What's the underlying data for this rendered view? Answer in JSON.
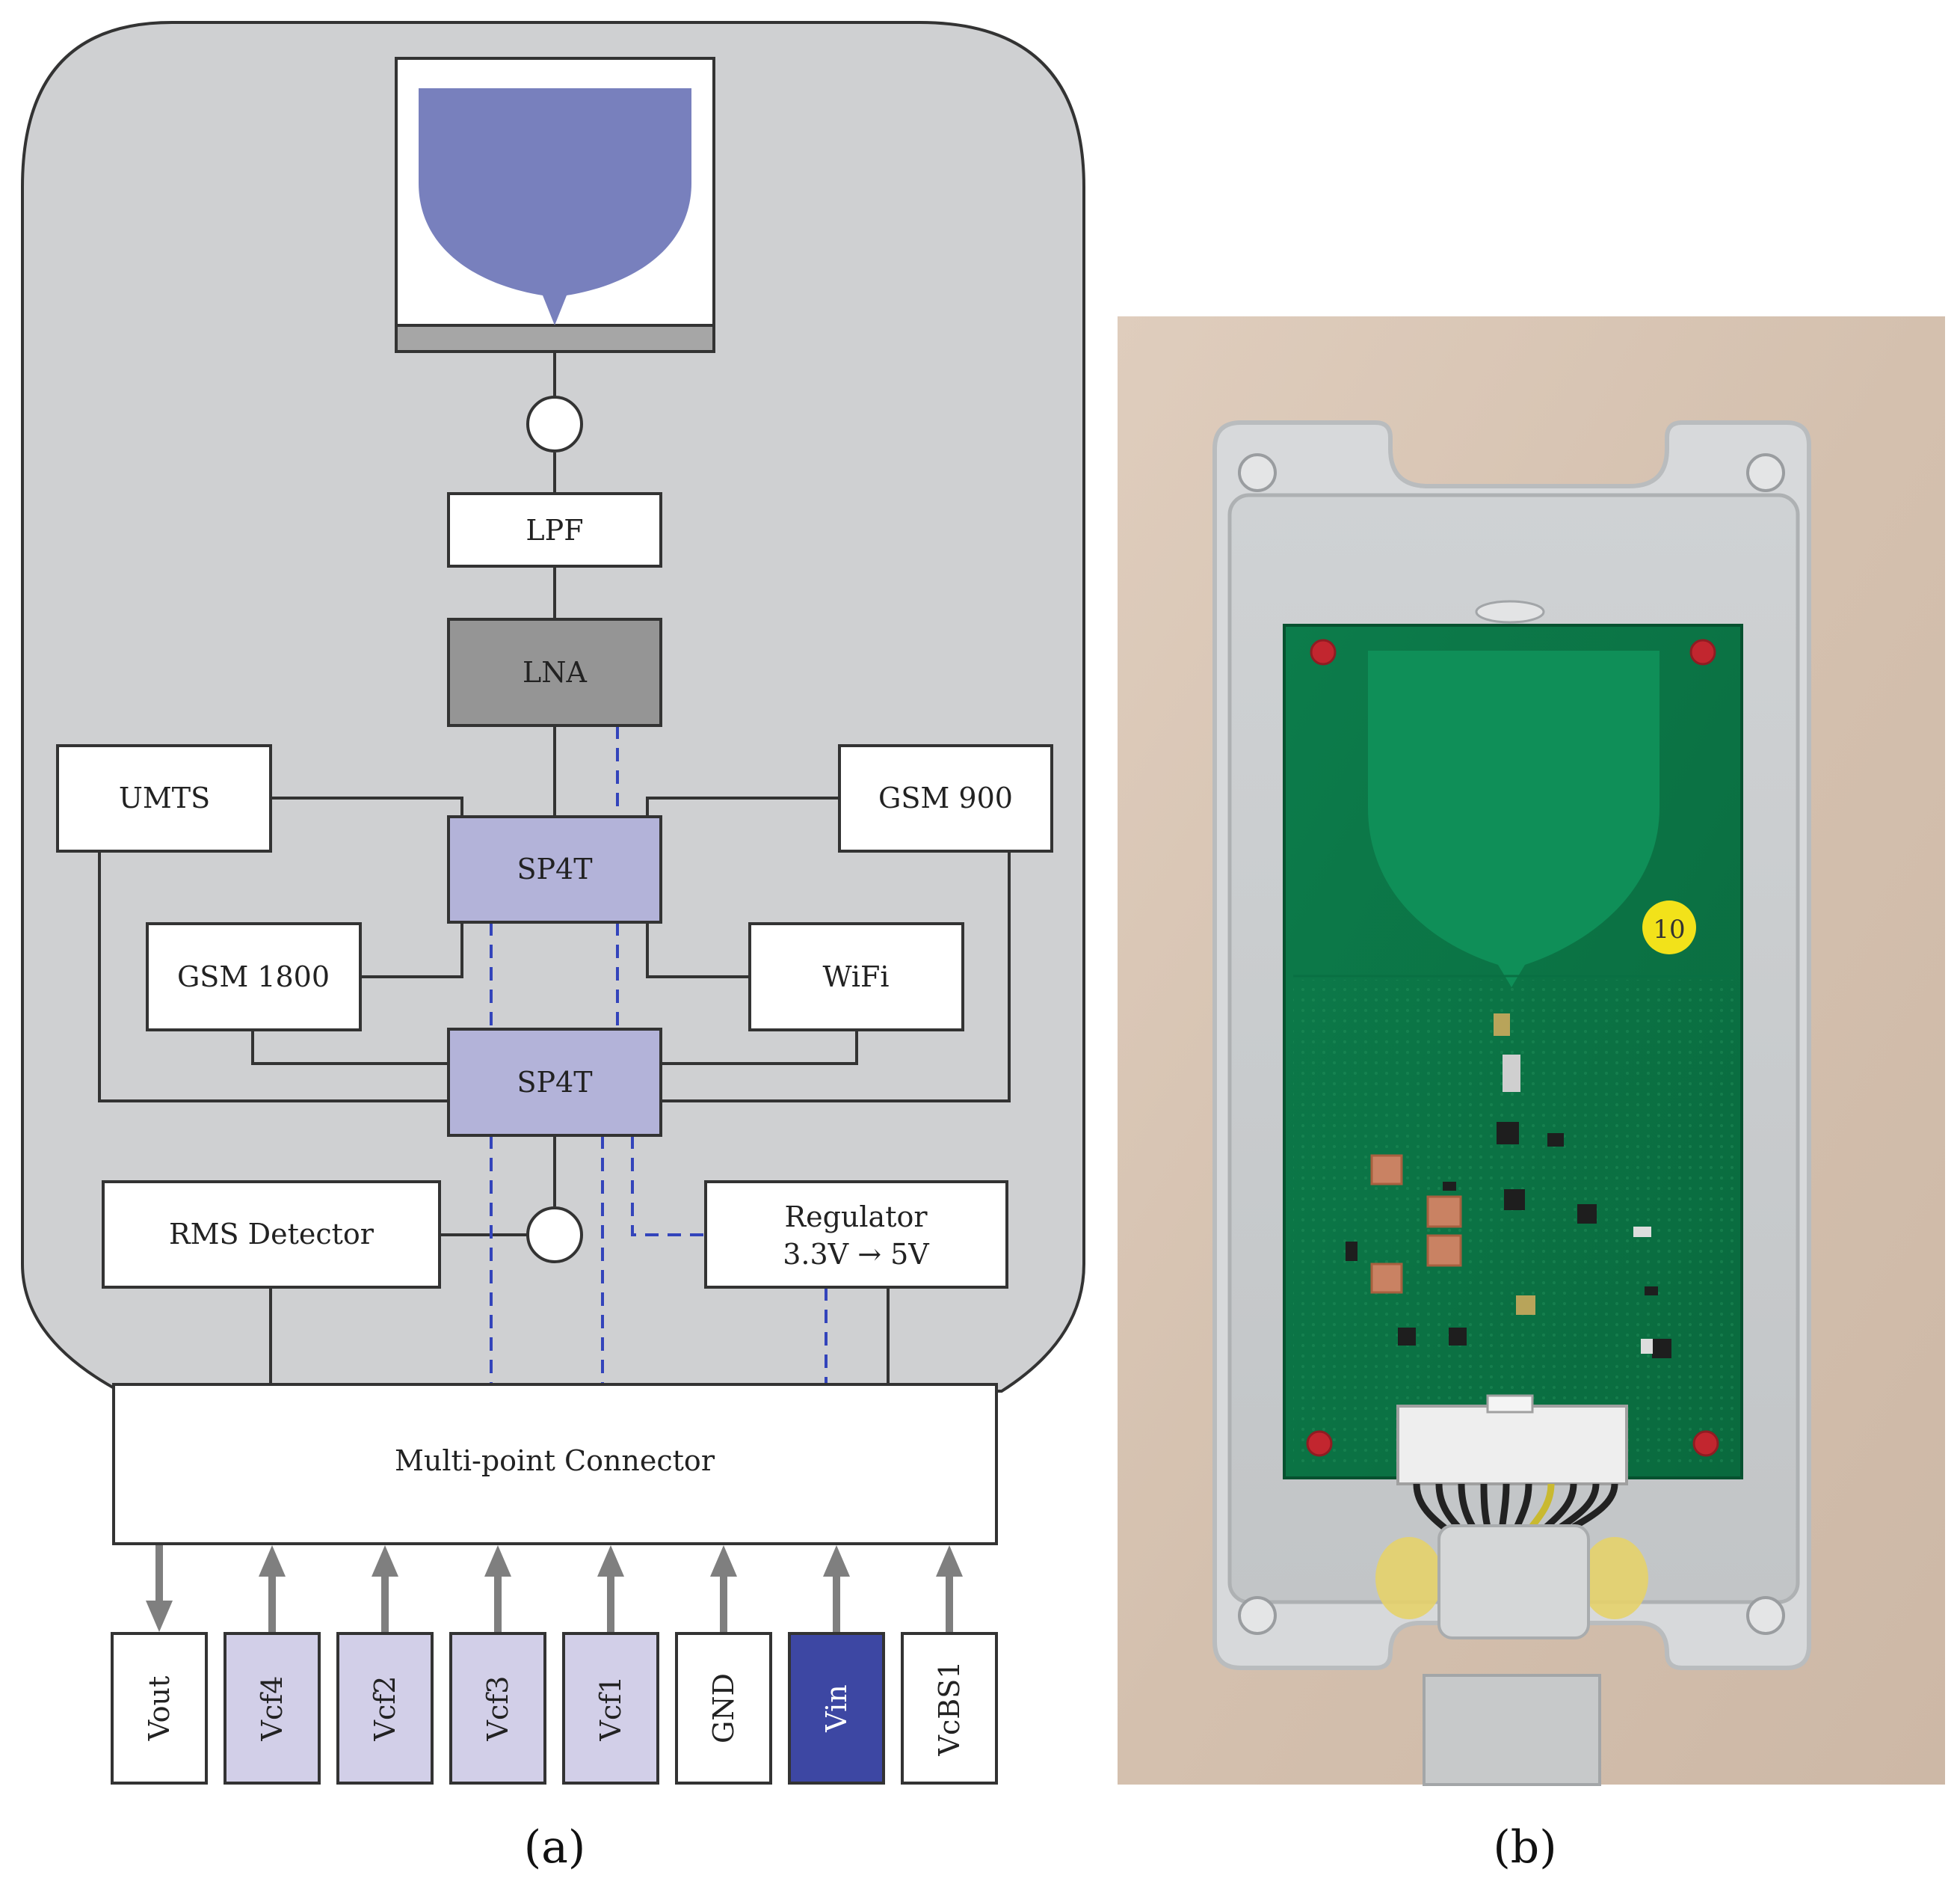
{
  "panel_a": {
    "antenna_label": "",
    "blocks": {
      "lpf": "LPF",
      "lna": "LNA",
      "sp4t_top": "SP4T",
      "sp4t_bottom": "SP4T",
      "umts": "UMTS",
      "gsm900": "GSM 900",
      "gsm1800": "GSM 1800",
      "wifi": "WiFi",
      "rms": "RMS Detector",
      "regulator_line1": "Regulator",
      "regulator_line2": "3.3V → 5V",
      "connector": "Multi-point Connector"
    },
    "pins": [
      "Vout",
      "Vcf4",
      "Vcf2",
      "Vcf3",
      "Vcf1",
      "GND",
      "Vin",
      "VcBS1"
    ],
    "caption": "(a)"
  },
  "panel_b": {
    "sticker_text": "10",
    "caption": "(b)"
  },
  "colors": {
    "enclosure": "#cfd0d2",
    "antenna": "#7880bd",
    "lna": "#959595",
    "switch": "#b3b3d9",
    "pin_light": "#d2cfe8",
    "pin_dark": "#3d47a3",
    "arrow": "#7f7f7f",
    "control_line": "#3344bb",
    "pcb": "#0b7a48",
    "box": "#d7d9db",
    "desk": "#d9c6b6"
  }
}
